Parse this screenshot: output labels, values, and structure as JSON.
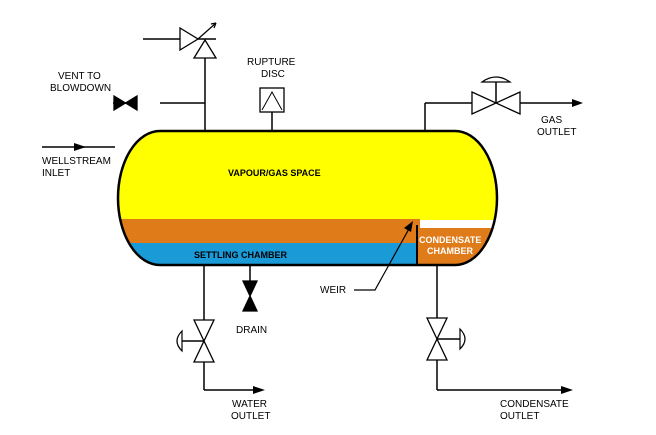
{
  "labels": {
    "vent_line1": "VENT TO",
    "vent_line2": "BLOWDOWN",
    "rupture_line1": "RUPTURE",
    "rupture_line2": "DISC",
    "gas_line1": "GAS",
    "gas_line2": "OUTLET",
    "wellstream_line1": "WELLSTREAM",
    "wellstream_line2": "INLET",
    "vapour_space": "VAPOUR/GAS SPACE",
    "settling_chamber": "SETTLING CHAMBER",
    "condensate_chamber_line1": "CONDENSATE",
    "condensate_chamber_line2": "CHAMBER",
    "weir": "WEIR",
    "drain": "DRAIN",
    "water_line1": "WATER",
    "water_line2": "OUTLET",
    "condensate_outlet_line1": "CONDENSATE",
    "condensate_outlet_line2": "OUTLET"
  },
  "colors": {
    "vapour": "#ffff00",
    "oil_layer": "#e07b1a",
    "water": "#1a9ad6",
    "condensate": "#e07b1a",
    "vapour_text": "#000000",
    "water_text": "#000000",
    "condensate_text": "#ffffff"
  }
}
